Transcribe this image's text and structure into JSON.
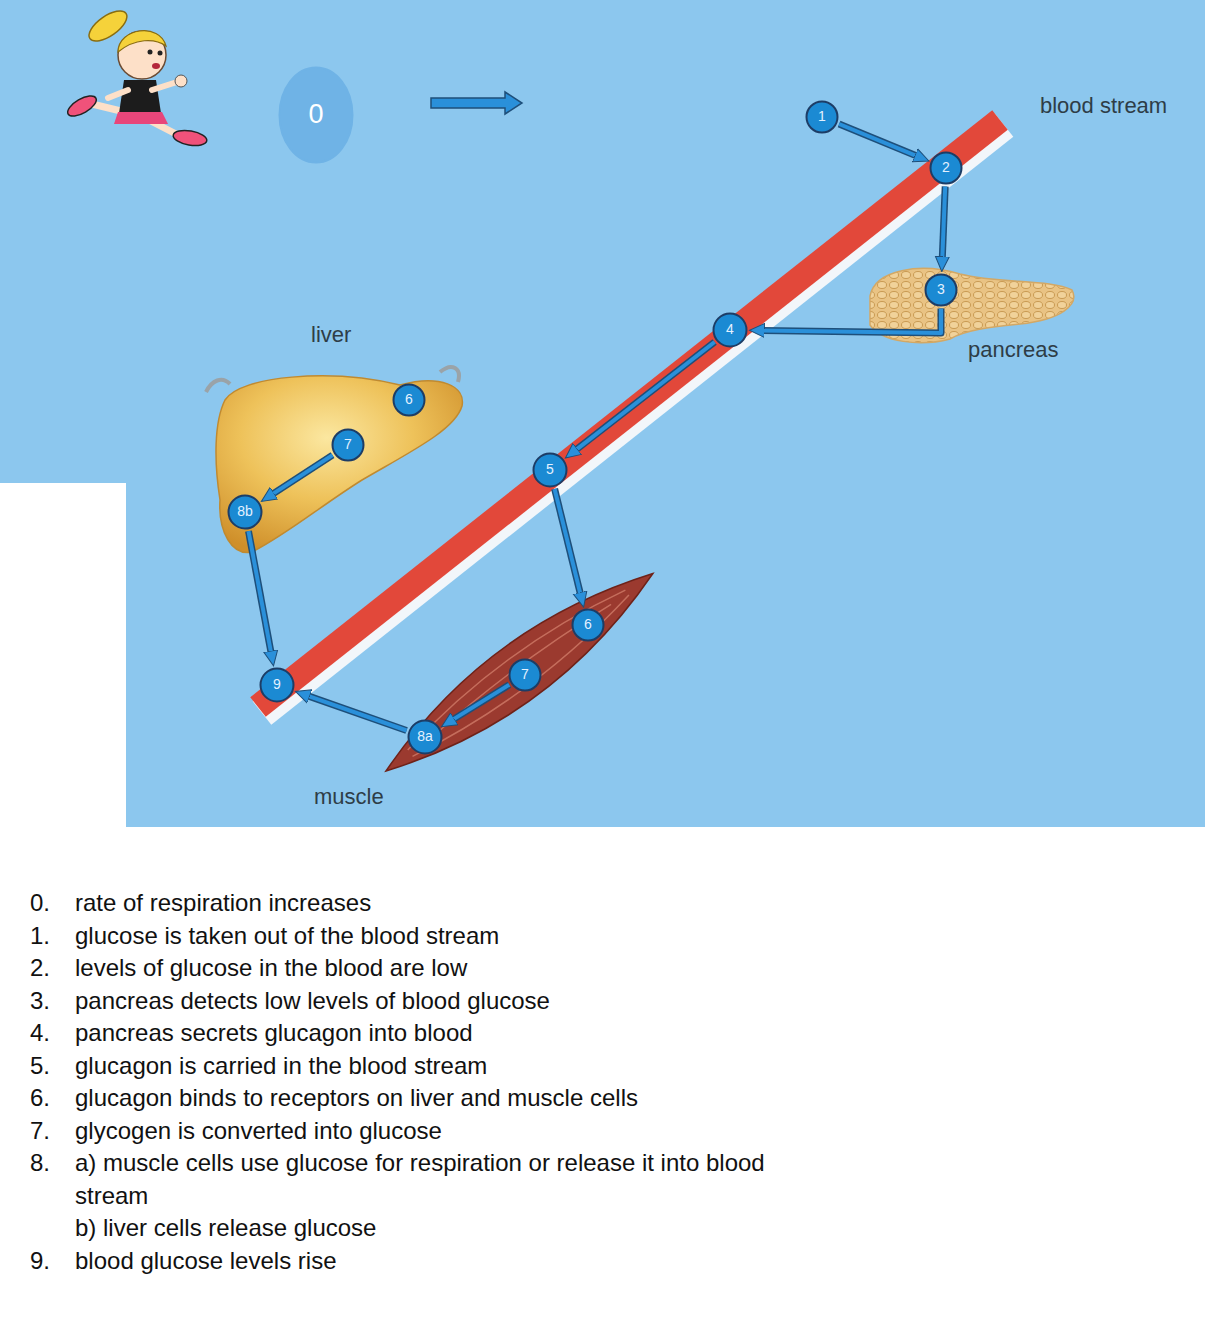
{
  "diagram": {
    "nodes": [
      {
        "text": [
          "0"
        ]
      },
      {
        "text": [
          "1"
        ]
      },
      {
        "text": [
          "2"
        ]
      },
      {
        "text": [
          "3"
        ]
      },
      {
        "text": [
          "4"
        ]
      },
      {
        "text": [
          "6"
        ]
      },
      {
        "text": [
          "7"
        ]
      },
      {
        "text": [
          "5"
        ]
      },
      {
        "text": [
          "8b"
        ]
      },
      {
        "text": [
          "6"
        ]
      },
      {
        "text": [
          "7"
        ]
      },
      {
        "text": [
          "9"
        ]
      },
      {
        "text": [
          "8a"
        ]
      }
    ],
    "edges": [
      {
        "from": 1,
        "to": 2,
        "arrow": "to"
      },
      {
        "from": 2,
        "to": 3,
        "arrow": "to"
      },
      {
        "from": 3,
        "to": 4,
        "arrow": "to"
      },
      {
        "from": 4,
        "to": 7,
        "arrow": "to"
      },
      {
        "from": 7,
        "to": 9,
        "arrow": "to"
      },
      {
        "from": 10,
        "to": 12,
        "arrow": "to"
      },
      {
        "from": 12,
        "to": 11,
        "arrow": "to"
      },
      {
        "from": 6,
        "to": 8,
        "arrow": "to"
      },
      {
        "from": 8,
        "to": 11,
        "arrow": "to"
      }
    ],
    "labels": [
      "blood stream",
      "liver",
      "pancreas",
      "muscle",
      "0.",
      "rate of respiration increases",
      "1.",
      "glucose is taken out of the blood stream",
      "2.",
      "levels of glucose in the blood are low",
      "3.",
      "pancreas detects low levels of blood glucose",
      "4.",
      "pancreas secrets glucagon into blood",
      "5.",
      "glucagon is carried in the blood stream",
      "6.",
      "glucagon binds to receptors on liver and muscle cells",
      "7.",
      "glycogen is converted into glucose",
      "8.",
      "a) muscle cells use glucose for respiration or release it into blood stream",
      "b) liver cells release glucose",
      "9.",
      "blood glucose levels rise"
    ]
  }
}
